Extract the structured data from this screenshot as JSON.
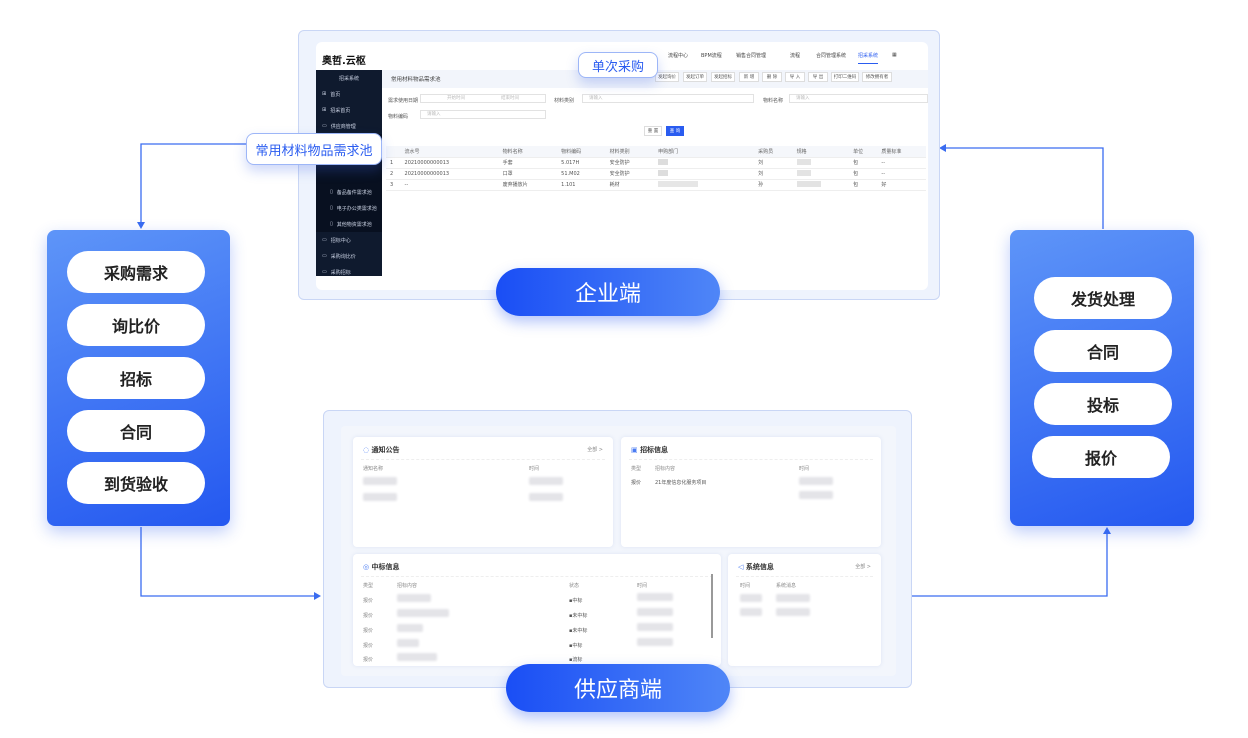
{
  "enterprise": {
    "label": "企业端",
    "logo": "奥哲.云枢",
    "nav": [
      "流程中心",
      "BPM流程",
      "销售合同管理",
      "流程",
      "合同管理系统",
      "招采系统"
    ],
    "sidebar_title": "招采系统",
    "sidebar": [
      "首页",
      "招采首页",
      "供应商管理"
    ],
    "sidebar_sub": [
      "备品备件需求池",
      "电子办公类需求池",
      "其他物资需求池"
    ],
    "sidebar_bottom": [
      "招标中心",
      "采购询比价",
      "采购招标"
    ],
    "page_title": "常用材料物品需求池",
    "toolbar": [
      "发起询价",
      "发起订单",
      "发起招标",
      "新 增",
      "删 除",
      "导 入",
      "导 出",
      "打印二维码",
      "修改拥有者"
    ],
    "filters": {
      "date_label": "需求使用日期",
      "start": "开始时间",
      "end": "结束时间",
      "type_label": "材料类别",
      "name_label": "物料名称",
      "code_label": "物料编码",
      "placeholder": "请输入"
    },
    "reset": "重 置",
    "search": "查 询",
    "columns": [
      "",
      "流水号",
      "物料名称",
      "物料编码",
      "材料类别",
      "申购部门",
      "采购员",
      "规格",
      "单位",
      "质量标准"
    ],
    "rows": [
      [
        "1",
        "20210000000013",
        "手套",
        "5.017H",
        "安全防护",
        "",
        "刘",
        "",
        "包",
        "--"
      ],
      [
        "2",
        "20210000000013",
        "口罩",
        "51.M02",
        "安全防护",
        "",
        "刘",
        "",
        "包",
        "--"
      ],
      [
        "3",
        "--",
        "废弃播放片",
        "1.101",
        "耗材",
        "",
        "孙",
        "",
        "包",
        "好"
      ]
    ],
    "callout_single": "单次采购",
    "callout_pool": "常用材料物品需求池"
  },
  "left_panel": [
    "采购需求",
    "询比价",
    "招标",
    "合同",
    "到货验收"
  ],
  "right_panel": [
    "发货处理",
    "合同",
    "投标",
    "报价"
  ],
  "supplier": {
    "label": "供应商端",
    "notice": {
      "title": "通知公告",
      "more": "全部 >",
      "cols": [
        "通知名称",
        "时间"
      ]
    },
    "tender": {
      "title": "招标信息",
      "cols": [
        "类型",
        "招标内容",
        "时间"
      ],
      "rows": [
        [
          "报价",
          "21年度信息化服务项目"
        ]
      ]
    },
    "award": {
      "title": "中标信息",
      "cols": [
        "类型",
        "招标内容",
        "状态",
        "时间"
      ],
      "rows": [
        [
          "报价",
          "中标"
        ],
        [
          "报价",
          "未中标"
        ],
        [
          "报价",
          "未中标"
        ],
        [
          "报价",
          "中标"
        ],
        [
          "报价",
          "流标"
        ]
      ]
    },
    "system": {
      "title": "系统信息",
      "more": "全部 >",
      "cols": [
        "时间",
        "系统消息"
      ]
    }
  }
}
